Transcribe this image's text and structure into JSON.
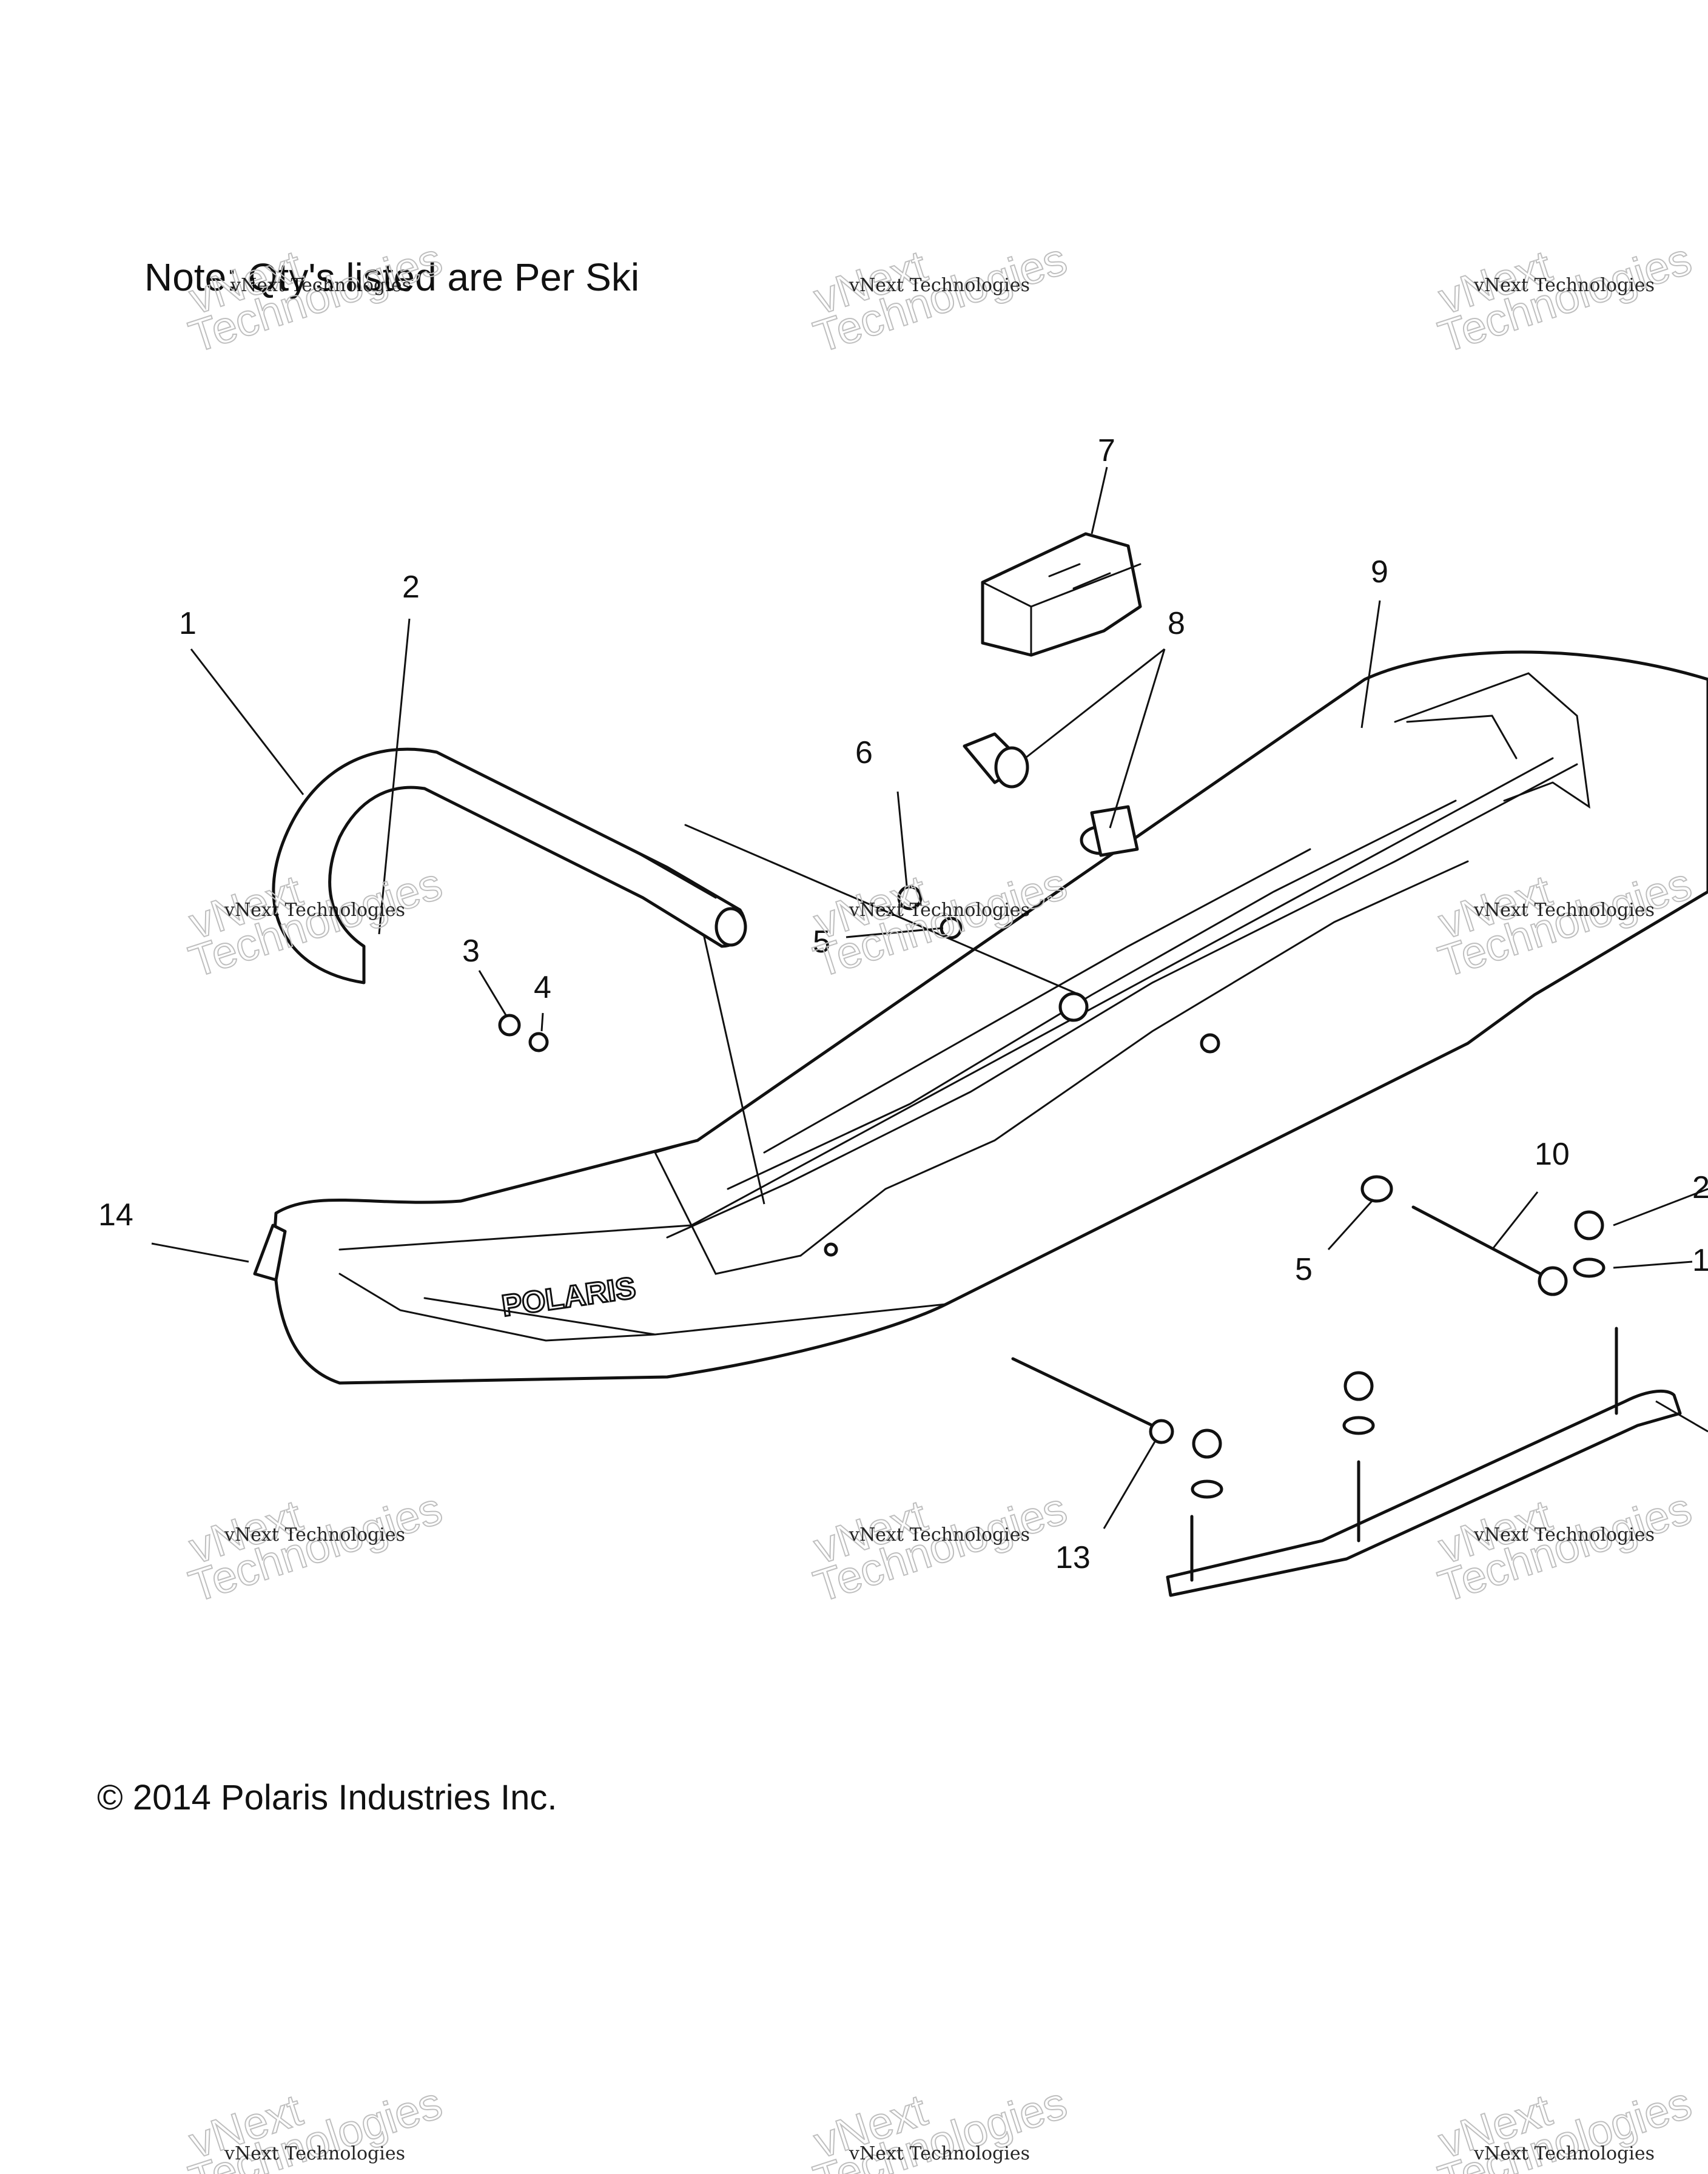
{
  "note": "Note: Qty's listed are Per Ski",
  "copyright": "© 2014 Polaris Industries Inc.",
  "ski_brand": "POLARIS",
  "watermark": {
    "line1": "vNext Technologies",
    "line2": "vNext",
    "line3": "Technologies"
  },
  "callouts": [
    {
      "id": "1",
      "label": "1"
    },
    {
      "id": "2",
      "label": "2"
    },
    {
      "id": "3",
      "label": "3"
    },
    {
      "id": "4",
      "label": "4"
    },
    {
      "id": "5a",
      "label": "5"
    },
    {
      "id": "5b",
      "label": "5"
    },
    {
      "id": "6",
      "label": "6"
    },
    {
      "id": "7",
      "label": "7"
    },
    {
      "id": "8",
      "label": "8"
    },
    {
      "id": "9",
      "label": "9"
    },
    {
      "id": "10",
      "label": "10"
    },
    {
      "id": "11",
      "label": "1"
    },
    {
      "id": "12",
      "label": "2"
    },
    {
      "id": "13",
      "label": "13"
    },
    {
      "id": "14",
      "label": "14"
    }
  ]
}
